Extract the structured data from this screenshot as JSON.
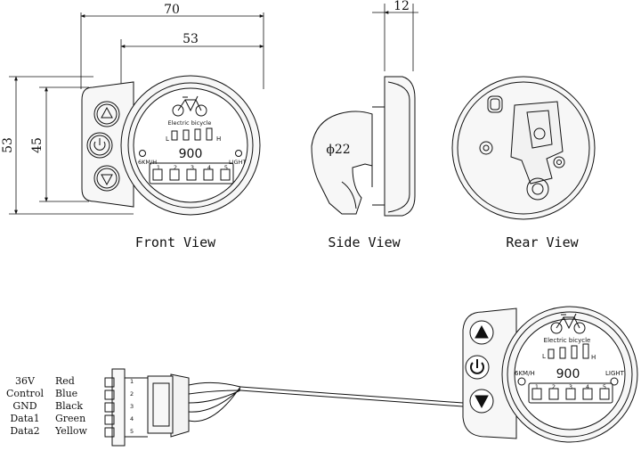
{
  "dimensions": {
    "width_total": "70",
    "width_face": "53",
    "height_total": "53",
    "height_face": "45",
    "side_depth": "12",
    "clamp_diameter": "ϕ22"
  },
  "views": {
    "front": "Front View",
    "side": "Side View",
    "rear": "Rear View"
  },
  "display": {
    "brand": "Electric bicycle",
    "speed_value": "900",
    "low_label": "L",
    "high_label": "H",
    "speed_unit": "6KM/H",
    "light_label": "LIGHT",
    "assist_levels": [
      "1",
      "2",
      "3",
      "4",
      "5"
    ]
  },
  "connector": {
    "pin_numbers": [
      "1",
      "2",
      "3",
      "4",
      "5"
    ]
  },
  "wiring": [
    {
      "signal": "36V",
      "color": "Red"
    },
    {
      "signal": "Control",
      "color": "Blue"
    },
    {
      "signal": "GND",
      "color": "Black"
    },
    {
      "signal": "Data1",
      "color": "Green"
    },
    {
      "signal": "Data2",
      "color": "Yellow"
    }
  ]
}
